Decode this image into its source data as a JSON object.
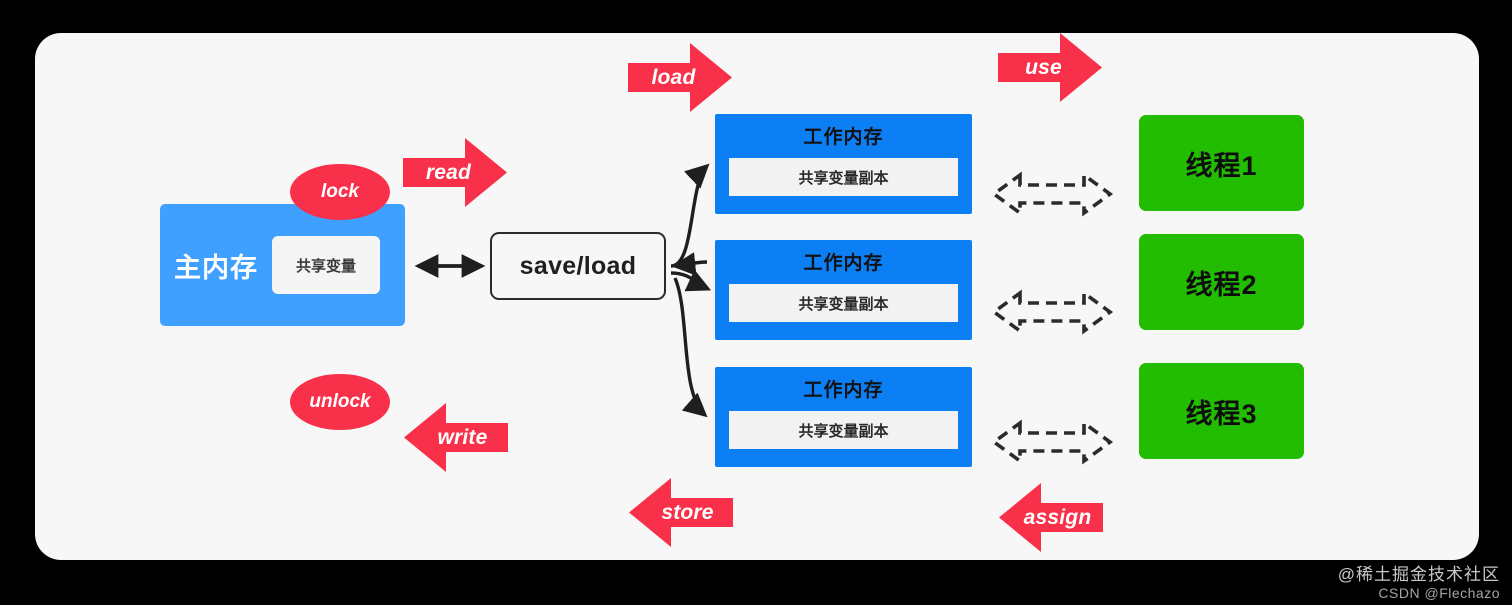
{
  "diagram": {
    "title": "Java Memory Model (JMM) diagram",
    "background_color": "#000000",
    "card_color": "#f7f7f7"
  },
  "main_memory": {
    "label": "主内存",
    "shared_variable": "共享变量",
    "color": "#3fa0ff"
  },
  "saveload": {
    "label": "save/load",
    "border_color": "#2b2b2b"
  },
  "working_memories": [
    {
      "title": "工作内存",
      "copy": "共享变量副本"
    },
    {
      "title": "工作内存",
      "copy": "共享变量副本"
    },
    {
      "title": "工作内存",
      "copy": "共享变量副本"
    }
  ],
  "working_memory_color": "#0d7ff5",
  "threads": [
    {
      "label": "线程1"
    },
    {
      "label": "线程2"
    },
    {
      "label": "线程3"
    }
  ],
  "thread_color": "#22bd00",
  "operations": {
    "read": "read",
    "write": "write",
    "load": "load",
    "store": "store",
    "use": "use",
    "assign": "assign",
    "lock": "lock",
    "unlock": "unlock",
    "arrow_color": "#f9304a"
  },
  "watermark": {
    "line1": "@稀土掘金技术社区",
    "line2": "CSDN @Flechazo"
  }
}
